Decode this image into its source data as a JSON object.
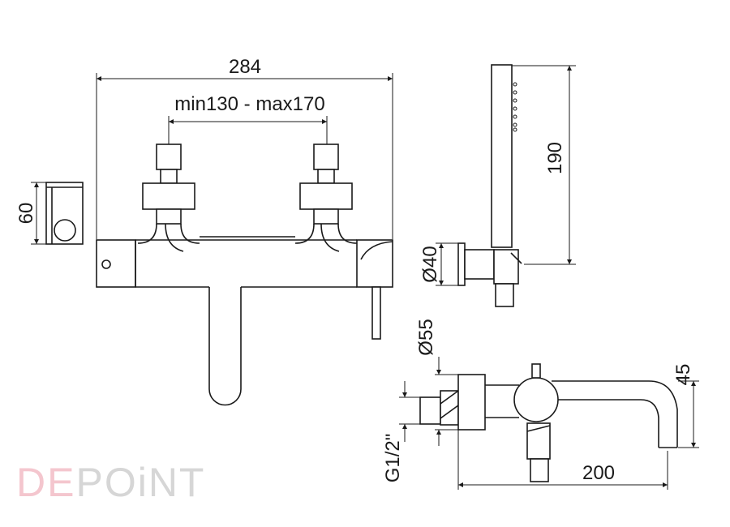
{
  "dimensions": {
    "overall_width": "284",
    "center_distance": "min130 - max170",
    "bracket_height": "60",
    "hand_shower_length": "190",
    "holder_diameter": "Ø40",
    "spout_diameter": "Ø55",
    "spout_height": "45",
    "spout_projection": "200",
    "inlet_thread": "G1/2\""
  },
  "brand": {
    "logo_part1": "DE",
    "logo_part2": "POiNT"
  },
  "colors": {
    "line": "#1a1a1a",
    "logo_primary": "#f4c6ce",
    "logo_secondary": "#d6d6d6"
  }
}
